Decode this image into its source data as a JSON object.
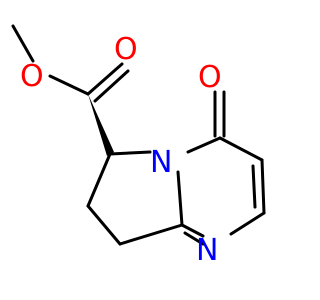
{
  "molecule": {
    "atoms": [
      {
        "id": "O_ester",
        "label": "O",
        "color": "#ff0000"
      },
      {
        "id": "O_carbonyl_ester",
        "label": "O",
        "color": "#ff0000"
      },
      {
        "id": "O_ketone",
        "label": "O",
        "color": "#ff0000"
      },
      {
        "id": "N_bridge",
        "label": "N",
        "color": "#0000ff"
      },
      {
        "id": "N_ring",
        "label": "N",
        "color": "#0000ff"
      }
    ],
    "stereo": {
      "chiral_center": "C6",
      "wedge": "bold"
    }
  }
}
